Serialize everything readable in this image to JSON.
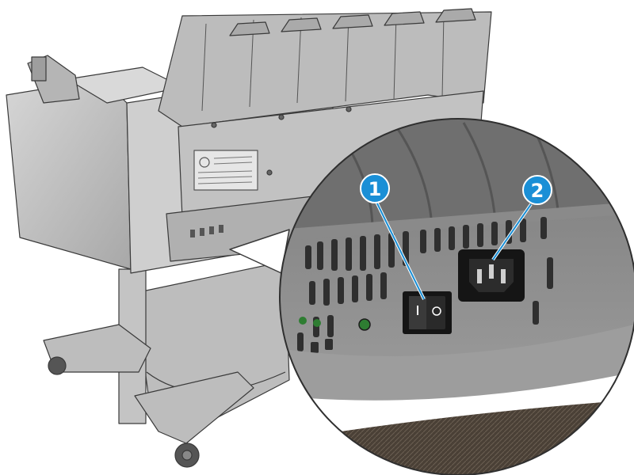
{
  "colors": {
    "printer_body": "#c7c7c7",
    "printer_shadow": "#9a9a9a",
    "printer_dark": "#5a5a5a",
    "outline": "#3a3a3a",
    "callout_fill": "#1a8fd6",
    "callout_text": "#ffffff",
    "zoom_bg": "#8e8e8e",
    "switch_dark": "#151515",
    "led_green": "#2e7d32"
  },
  "callouts": [
    {
      "number": "1",
      "icon": "power-switch"
    },
    {
      "number": "2",
      "icon": "power-socket"
    }
  ]
}
